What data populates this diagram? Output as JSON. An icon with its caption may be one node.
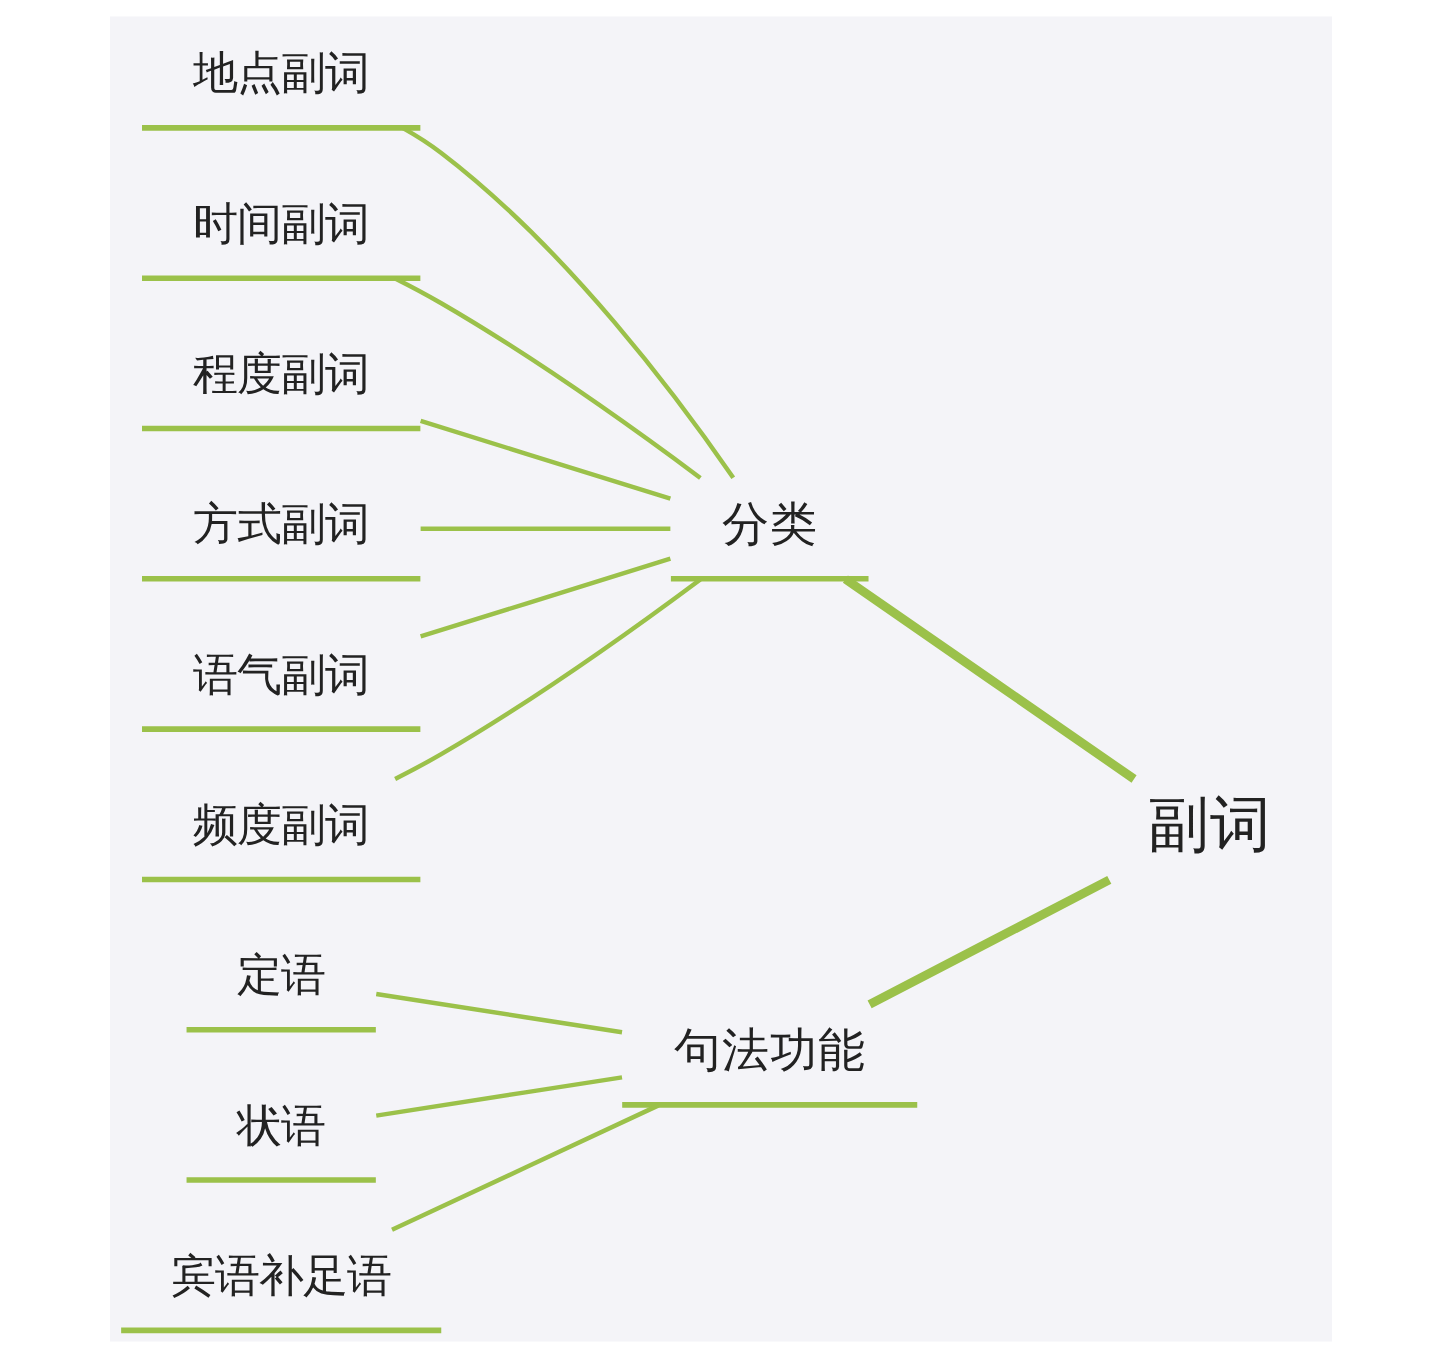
{
  "diagram": {
    "nodes": [
      {
        "text": [
          "副词"
        ]
      },
      {
        "text": [
          "分类"
        ]
      },
      {
        "text": [
          "地点副词"
        ]
      },
      {
        "text": [
          "时间副词"
        ]
      },
      {
        "text": [
          "程度副词"
        ]
      },
      {
        "text": [
          "方式副词"
        ]
      },
      {
        "text": [
          "语气副词"
        ]
      },
      {
        "text": [
          "频度副词"
        ]
      },
      {
        "text": [
          "句法功能"
        ]
      },
      {
        "text": [
          "定语"
        ]
      },
      {
        "text": [
          "状语"
        ]
      },
      {
        "text": [
          "宾语补足语"
        ]
      }
    ],
    "edges": [
      {
        "from": 0,
        "to": 1,
        "arrow": "none",
        "style": "thick"
      },
      {
        "from": 0,
        "to": 8,
        "arrow": "none",
        "style": "thick"
      },
      {
        "from": 1,
        "to": 2,
        "arrow": "none"
      },
      {
        "from": 1,
        "to": 3,
        "arrow": "none"
      },
      {
        "from": 1,
        "to": 4,
        "arrow": "none"
      },
      {
        "from": 1,
        "to": 5,
        "arrow": "none"
      },
      {
        "from": 1,
        "to": 6,
        "arrow": "none"
      },
      {
        "from": 1,
        "to": 7,
        "arrow": "none"
      },
      {
        "from": 8,
        "to": 9,
        "arrow": "none"
      },
      {
        "from": 8,
        "to": 10,
        "arrow": "none"
      },
      {
        "from": 8,
        "to": 11,
        "arrow": "none"
      }
    ]
  }
}
